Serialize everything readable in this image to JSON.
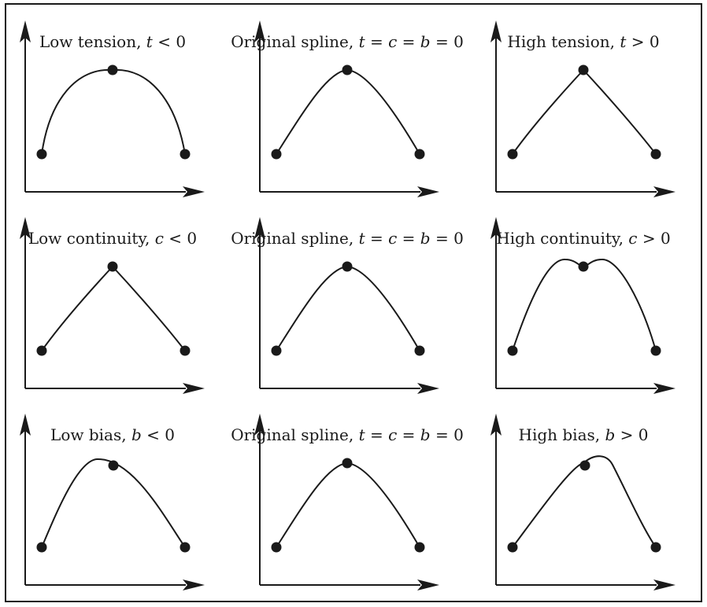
{
  "panels": [
    {
      "id": "low-tension",
      "title_parts": [
        [
          "Low tension, ",
          false
        ],
        [
          "t",
          true
        ],
        [
          " < 0",
          false
        ]
      ],
      "shape": "round"
    },
    {
      "id": "original-1",
      "title_parts": [
        [
          "Original spline, ",
          false
        ],
        [
          "t",
          true
        ],
        [
          " = ",
          false
        ],
        [
          "c",
          true
        ],
        [
          " = ",
          false
        ],
        [
          "b",
          true
        ],
        [
          " = 0",
          false
        ]
      ],
      "shape": "normal"
    },
    {
      "id": "high-tension",
      "title_parts": [
        [
          "High tension, ",
          false
        ],
        [
          "t",
          true
        ],
        [
          " > 0",
          false
        ]
      ],
      "shape": "sharp"
    },
    {
      "id": "low-continuity",
      "title_parts": [
        [
          "Low continuity, ",
          false
        ],
        [
          "c",
          true
        ],
        [
          " < 0",
          false
        ]
      ],
      "shape": "sharp"
    },
    {
      "id": "original-2",
      "title_parts": [
        [
          "Original spline, ",
          false
        ],
        [
          "t",
          true
        ],
        [
          " = ",
          false
        ],
        [
          "c",
          true
        ],
        [
          " = ",
          false
        ],
        [
          "b",
          true
        ],
        [
          " = 0",
          false
        ]
      ],
      "shape": "normal"
    },
    {
      "id": "high-continuity",
      "title_parts": [
        [
          "High continuity, ",
          false
        ],
        [
          "c",
          true
        ],
        [
          " > 0",
          false
        ]
      ],
      "shape": "dip"
    },
    {
      "id": "low-bias",
      "title_parts": [
        [
          "Low bias, ",
          false
        ],
        [
          "b",
          true
        ],
        [
          " < 0",
          false
        ]
      ],
      "shape": "lowbias"
    },
    {
      "id": "original-3",
      "title_parts": [
        [
          "Original spline, ",
          false
        ],
        [
          "t",
          true
        ],
        [
          " = ",
          false
        ],
        [
          "c",
          true
        ],
        [
          " = ",
          false
        ],
        [
          "b",
          true
        ],
        [
          " = 0",
          false
        ]
      ],
      "shape": "normal"
    },
    {
      "id": "high-bias",
      "title_parts": [
        [
          "High bias, ",
          false
        ],
        [
          "b",
          true
        ],
        [
          " > 0",
          false
        ]
      ],
      "shape": "highbias"
    }
  ]
}
